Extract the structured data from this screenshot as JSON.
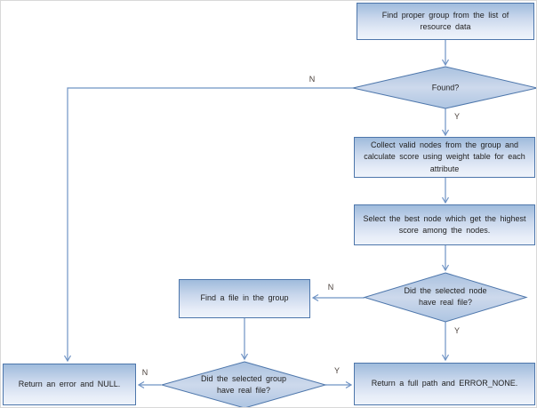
{
  "diagram": {
    "nodes": {
      "find_group": {
        "label": "Find proper group from the list of resource data"
      },
      "found": {
        "label": "Found?"
      },
      "collect": {
        "label": "Collect valid nodes from the group and calculate score using weight table for each attribute"
      },
      "select_best": {
        "label": "Select the best node which get the highest score among the nodes."
      },
      "node_has_file": {
        "label": "Did the selected node have real file?"
      },
      "find_file": {
        "label": "Find a file in the group"
      },
      "group_has_file": {
        "label": "Did the selected group have real file?"
      },
      "return_error": {
        "label": "Return an error and NULL."
      },
      "return_path": {
        "label": "Return a full path and ERROR_NONE."
      }
    },
    "edge_labels": {
      "found_no": "N",
      "found_yes": "Y",
      "node_no": "N",
      "node_yes": "Y",
      "group_no": "N",
      "group_yes": "Y"
    },
    "colors": {
      "shape_border": "#4d76ab",
      "connector": "#6f93c4",
      "fill_top": "#9fbbdc",
      "fill_bottom": "#eef3fa",
      "text": "#222222"
    }
  }
}
